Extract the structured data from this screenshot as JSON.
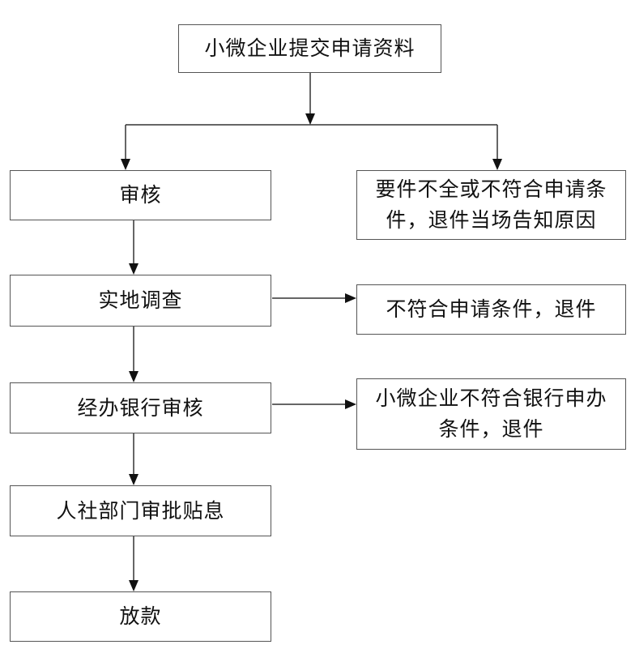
{
  "nodes": {
    "submit": "小微企业提交申请资料",
    "review": "审核",
    "reject_incomplete": "要件不全或不符合申请条件，退件当场告知原因",
    "site_survey": "实地调查",
    "reject_conditions": "不符合申请条件，退件",
    "bank_review": "经办银行审核",
    "reject_bank": "小微企业不符合银行申办条件，退件",
    "hr_approval": "人社部门审批贴息",
    "loan_release": "放款"
  }
}
